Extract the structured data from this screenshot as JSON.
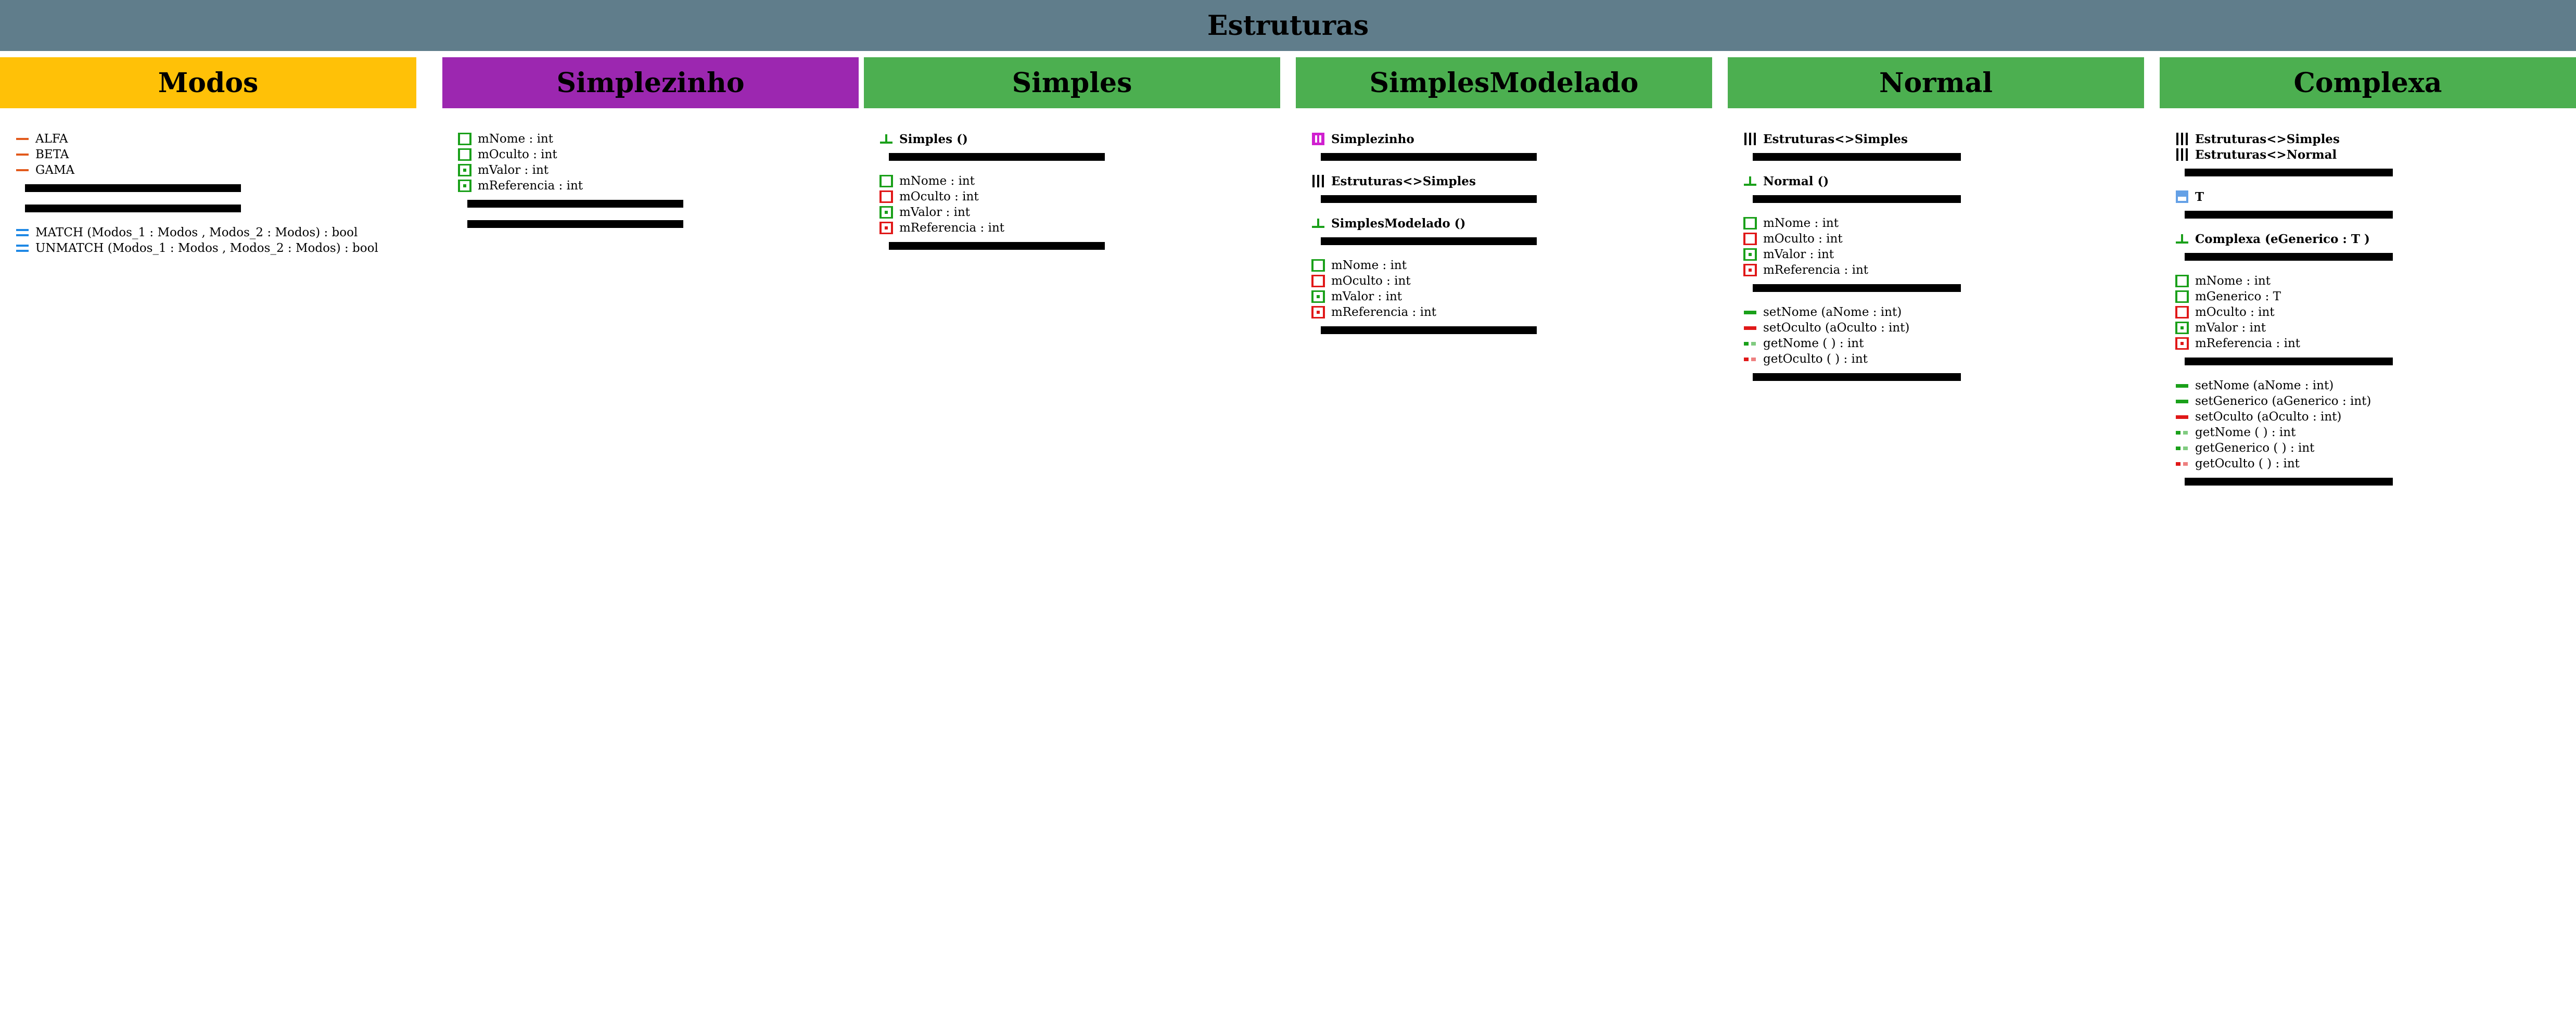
{
  "title": "Estruturas",
  "colors": {
    "title_bar": "#607d8b",
    "enum_panel": "#ffc107",
    "struct_panel": "#9c27b0",
    "class_panel": "#4caf50",
    "public": "#1aa01a",
    "private": "#e01818",
    "enum_value": "#e25a1c",
    "operator": "#1e88e5",
    "generic": "#64a0e6",
    "struct_ref": "#d020d0"
  },
  "panels": [
    {
      "id": "modos",
      "header": "Modos",
      "color": "#ffc107",
      "sections": [
        {
          "items": [
            {
              "icon": "enum-value-icon",
              "text": "ALFA"
            },
            {
              "icon": "enum-value-icon",
              "text": "BETA"
            },
            {
              "icon": "enum-value-icon",
              "text": "GAMA"
            }
          ]
        },
        {
          "items": []
        },
        {
          "items": [
            {
              "icon": "operator-icon",
              "text": "MATCH (Modos_1 : Modos , Modos_2 : Modos) : bool"
            },
            {
              "icon": "operator-icon",
              "text": "UNMATCH (Modos_1 : Modos , Modos_2 : Modos) : bool"
            }
          ]
        }
      ]
    },
    {
      "id": "simplezinho",
      "header": "Simplezinho",
      "color": "#9c27b0",
      "sections": [
        {
          "items": [
            {
              "icon": "public-field-icon",
              "text": "mNome : int"
            },
            {
              "icon": "public-field-icon",
              "text": "mOculto : int"
            },
            {
              "icon": "public-value-icon",
              "text": "mValor : int"
            },
            {
              "icon": "public-value-icon",
              "text": "mReferencia : int"
            }
          ]
        },
        {
          "items": []
        }
      ]
    },
    {
      "id": "simples",
      "header": "Simples",
      "color": "#4caf50",
      "sections": [
        {
          "items": [
            {
              "icon": "constructor-icon",
              "text": "Simples ()"
            }
          ]
        },
        {
          "items": [
            {
              "icon": "public-field-icon",
              "text": "mNome : int"
            },
            {
              "icon": "private-field-icon",
              "text": "mOculto : int"
            },
            {
              "icon": "public-value-icon",
              "text": "mValor : int"
            },
            {
              "icon": "private-value-icon",
              "text": "mReferencia : int"
            }
          ]
        }
      ]
    },
    {
      "id": "simplesmodelado",
      "header": "SimplesModelado",
      "color": "#4caf50",
      "sections": [
        {
          "items": [
            {
              "icon": "struct-ref-icon",
              "text": "Simplezinho"
            }
          ]
        },
        {
          "items": [
            {
              "icon": "namespace-icon",
              "text": "Estruturas<>Simples"
            }
          ]
        },
        {
          "items": [
            {
              "icon": "constructor-icon",
              "text": "SimplesModelado ()"
            }
          ]
        },
        {
          "items": [
            {
              "icon": "public-field-icon",
              "text": "mNome : int"
            },
            {
              "icon": "private-field-icon",
              "text": "mOculto : int"
            },
            {
              "icon": "public-value-icon",
              "text": "mValor : int"
            },
            {
              "icon": "private-value-icon",
              "text": "mReferencia : int"
            }
          ]
        }
      ]
    },
    {
      "id": "normal",
      "header": "Normal",
      "color": "#4caf50",
      "sections": [
        {
          "items": [
            {
              "icon": "namespace-icon",
              "text": "Estruturas<>Simples"
            }
          ]
        },
        {
          "items": [
            {
              "icon": "constructor-icon",
              "text": "Normal ()"
            }
          ]
        },
        {
          "items": [
            {
              "icon": "public-field-icon",
              "text": "mNome : int"
            },
            {
              "icon": "private-field-icon",
              "text": "mOculto : int"
            },
            {
              "icon": "public-value-icon",
              "text": "mValor : int"
            },
            {
              "icon": "private-value-icon",
              "text": "mReferencia : int"
            }
          ]
        },
        {
          "items": [
            {
              "icon": "public-setter-icon",
              "text": "setNome (aNome : int)"
            },
            {
              "icon": "private-setter-icon",
              "text": "setOculto (aOculto : int)"
            },
            {
              "icon": "public-getter-icon",
              "text": "getNome ( ) : int"
            },
            {
              "icon": "private-getter-icon",
              "text": "getOculto ( ) : int"
            }
          ]
        }
      ]
    },
    {
      "id": "complexa",
      "header": "Complexa",
      "color": "#4caf50",
      "sections": [
        {
          "items": [
            {
              "icon": "namespace-icon",
              "text": "Estruturas<>Simples"
            },
            {
              "icon": "namespace-icon",
              "text": "Estruturas<>Normal"
            }
          ]
        },
        {
          "items": [
            {
              "icon": "generic-icon",
              "text": "T"
            }
          ]
        },
        {
          "items": [
            {
              "icon": "constructor-icon",
              "text": "Complexa (eGenerico : T )"
            }
          ]
        },
        {
          "items": [
            {
              "icon": "public-field-icon",
              "text": "mNome : int"
            },
            {
              "icon": "public-field-icon",
              "text": "mGenerico : T"
            },
            {
              "icon": "private-field-icon",
              "text": "mOculto : int"
            },
            {
              "icon": "public-value-icon",
              "text": "mValor : int"
            },
            {
              "icon": "private-value-icon",
              "text": "mReferencia : int"
            }
          ]
        },
        {
          "items": [
            {
              "icon": "public-setter-icon",
              "text": "setNome (aNome : int)"
            },
            {
              "icon": "public-setter-icon",
              "text": "setGenerico (aGenerico : int)"
            },
            {
              "icon": "private-setter-icon",
              "text": "setOculto (aOculto : int)"
            },
            {
              "icon": "public-getter-icon",
              "text": "getNome ( ) : int"
            },
            {
              "icon": "public-getter-icon",
              "text": "getGenerico ( ) : int"
            },
            {
              "icon": "private-getter-icon",
              "text": "getOculto ( ) : int"
            }
          ]
        }
      ]
    }
  ]
}
